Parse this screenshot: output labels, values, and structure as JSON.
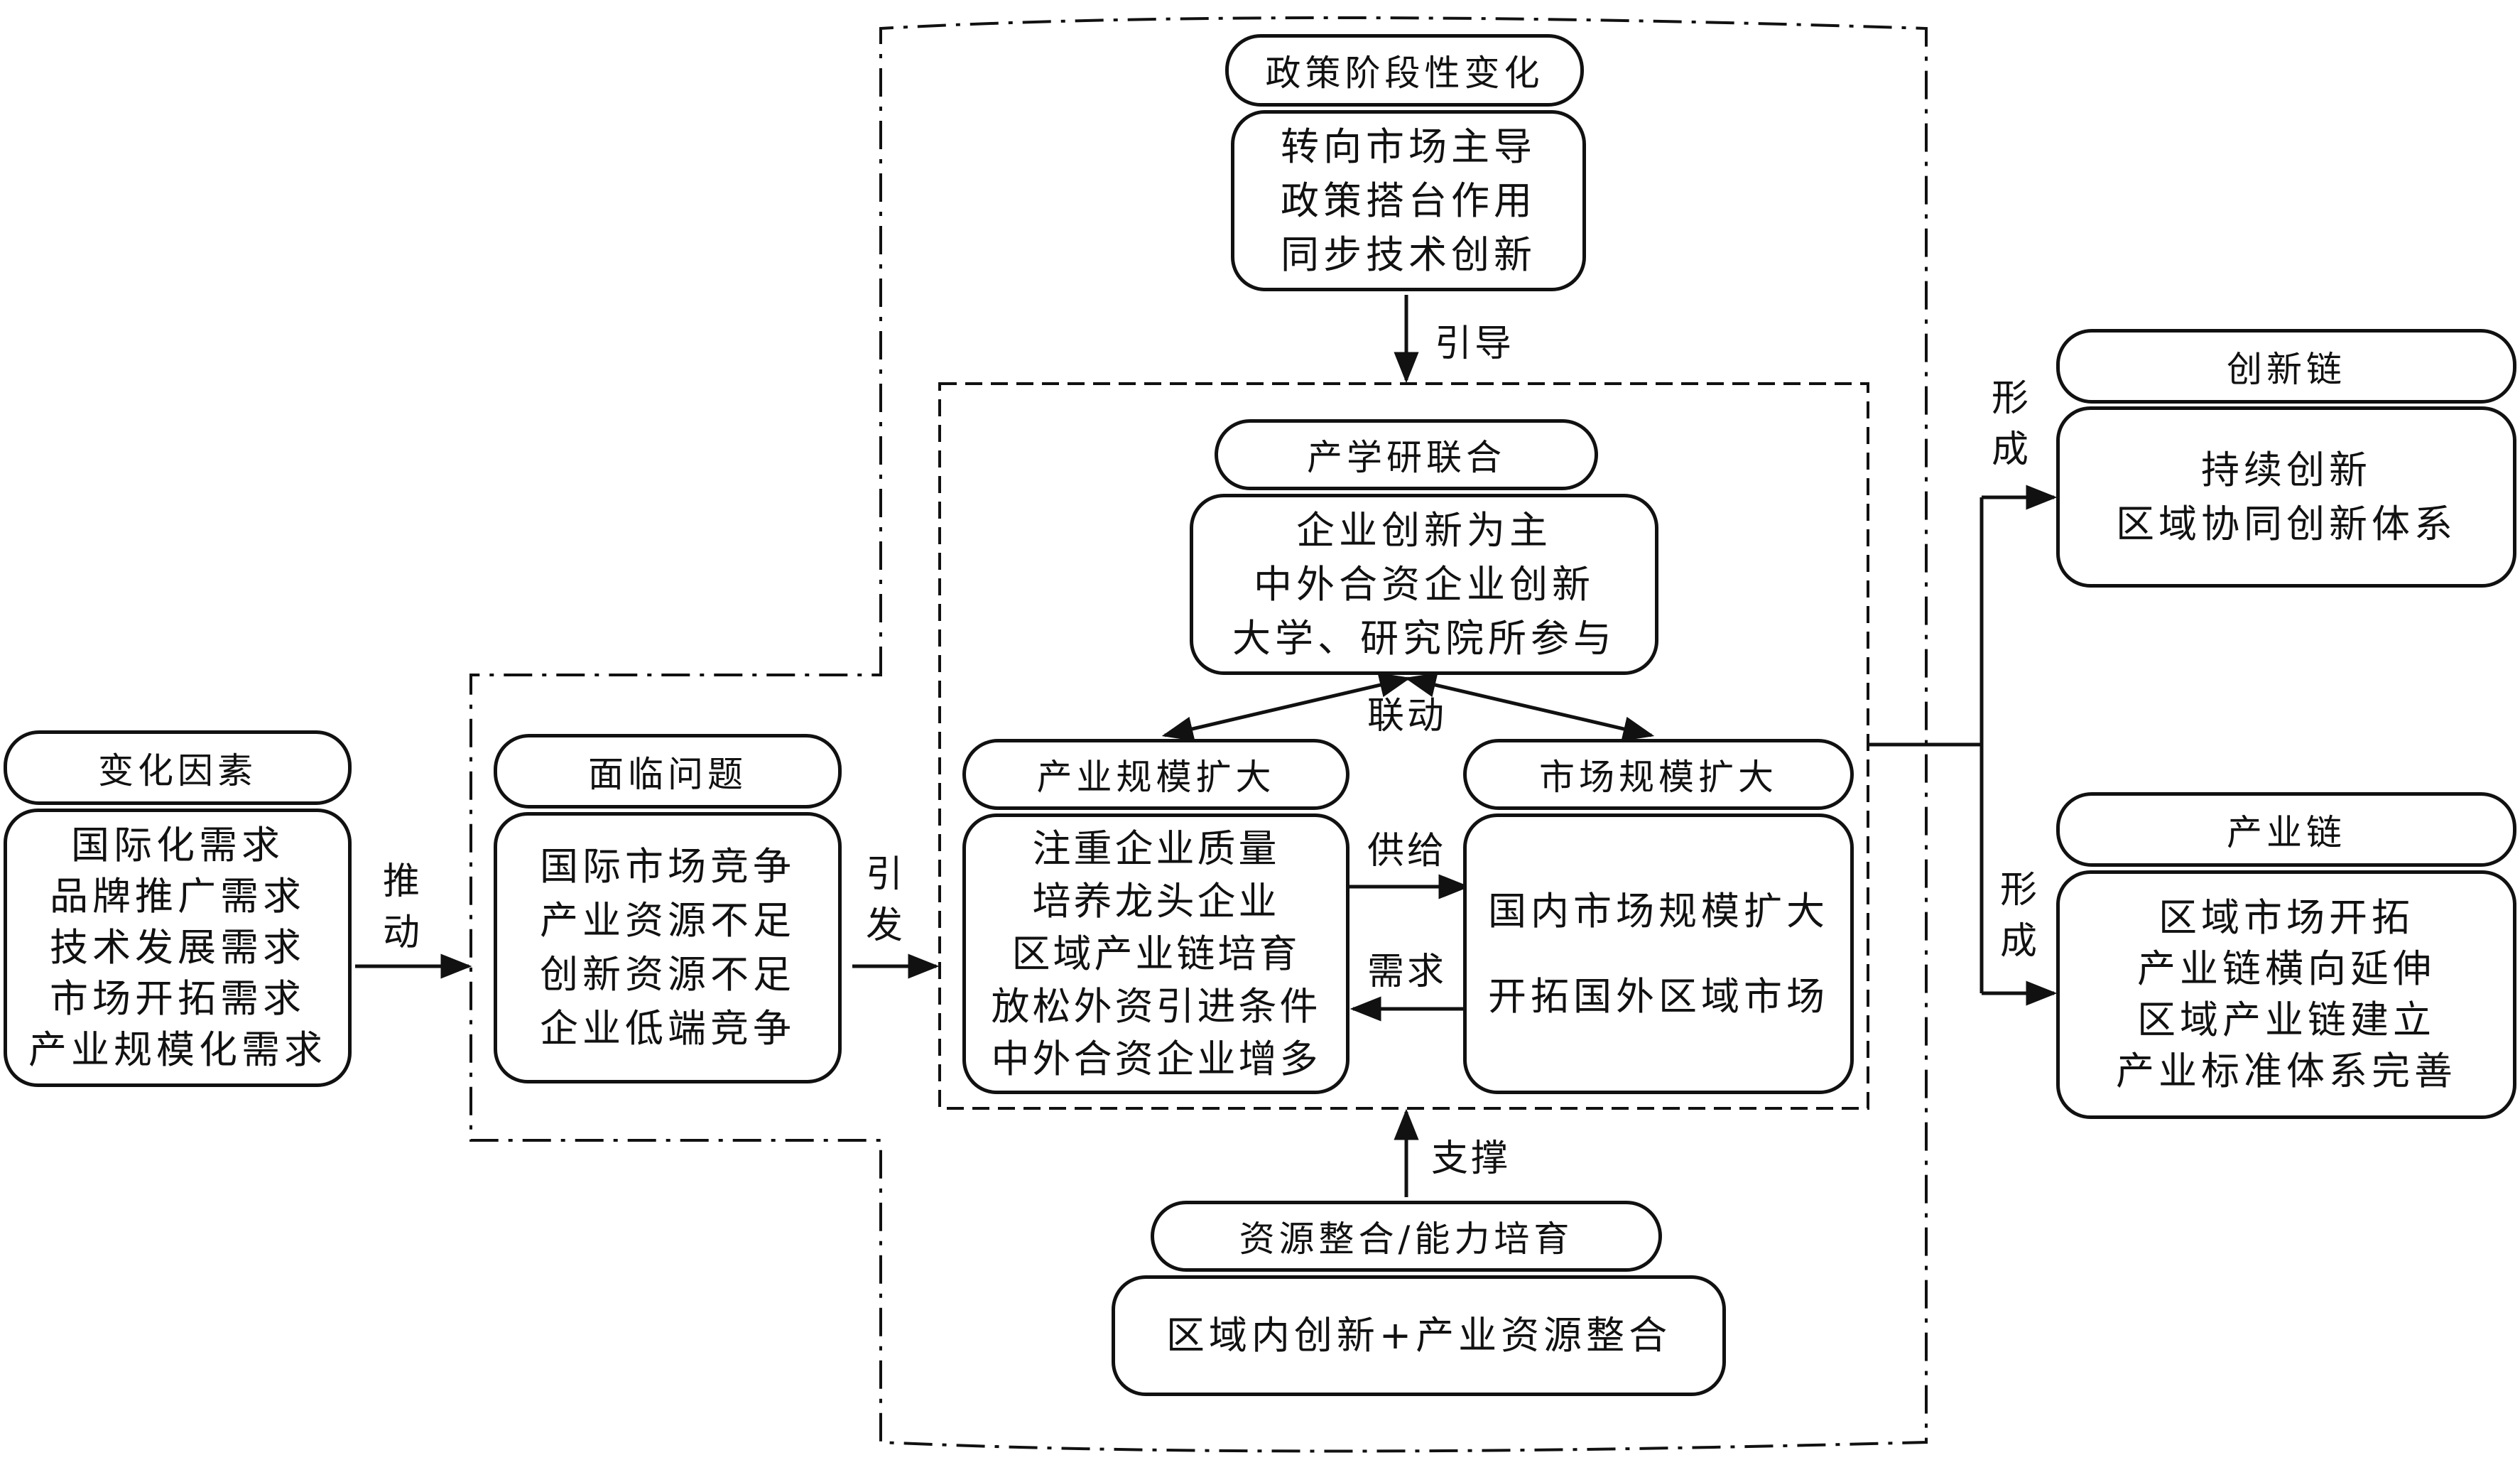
{
  "policy": {
    "title": "政策阶段性变化",
    "items": [
      "转向市场主导",
      "政策搭台作用",
      "同步技术创新"
    ]
  },
  "guide_label": "引导",
  "factors": {
    "title": "变化因素",
    "items": [
      "国际化需求",
      "品牌推广需求",
      "技术发展需求",
      "市场开拓需求",
      "产业规模化需求"
    ]
  },
  "push_label": "推动",
  "problems": {
    "title": "面临问题",
    "items": [
      "国际市场竞争",
      "产业资源不足",
      "创新资源不足",
      "企业低端竞争"
    ]
  },
  "trigger_label": "引发",
  "iur": {
    "title": "产学研联合",
    "items": [
      "企业创新为主",
      "中外合资企业创新",
      "大学、研究院所参与"
    ]
  },
  "linkage_label": "联动",
  "industry_scale": {
    "title": "产业规模扩大",
    "items": [
      "注重企业质量",
      "培养龙头企业",
      "区域产业链培育",
      "放松外资引进条件",
      "中外合资企业增多"
    ]
  },
  "market_scale": {
    "title": "市场规模扩大",
    "items": [
      "国内市场规模扩大",
      "开拓国外区域市场"
    ]
  },
  "supply_label": "供给",
  "demand_label": "需求",
  "support_label": "支撑",
  "resources": {
    "title": "资源整合/能力培育",
    "items": [
      "区域内创新+产业资源整合"
    ]
  },
  "form_label": "形成",
  "innovation_chain": {
    "title": "创新链",
    "items": [
      "持续创新",
      "区域协同创新体系"
    ]
  },
  "industry_chain": {
    "title": "产业链",
    "items": [
      "区域市场开拓",
      "产业链横向延伸",
      "区域产业链建立",
      "产业标准体系完善"
    ]
  }
}
